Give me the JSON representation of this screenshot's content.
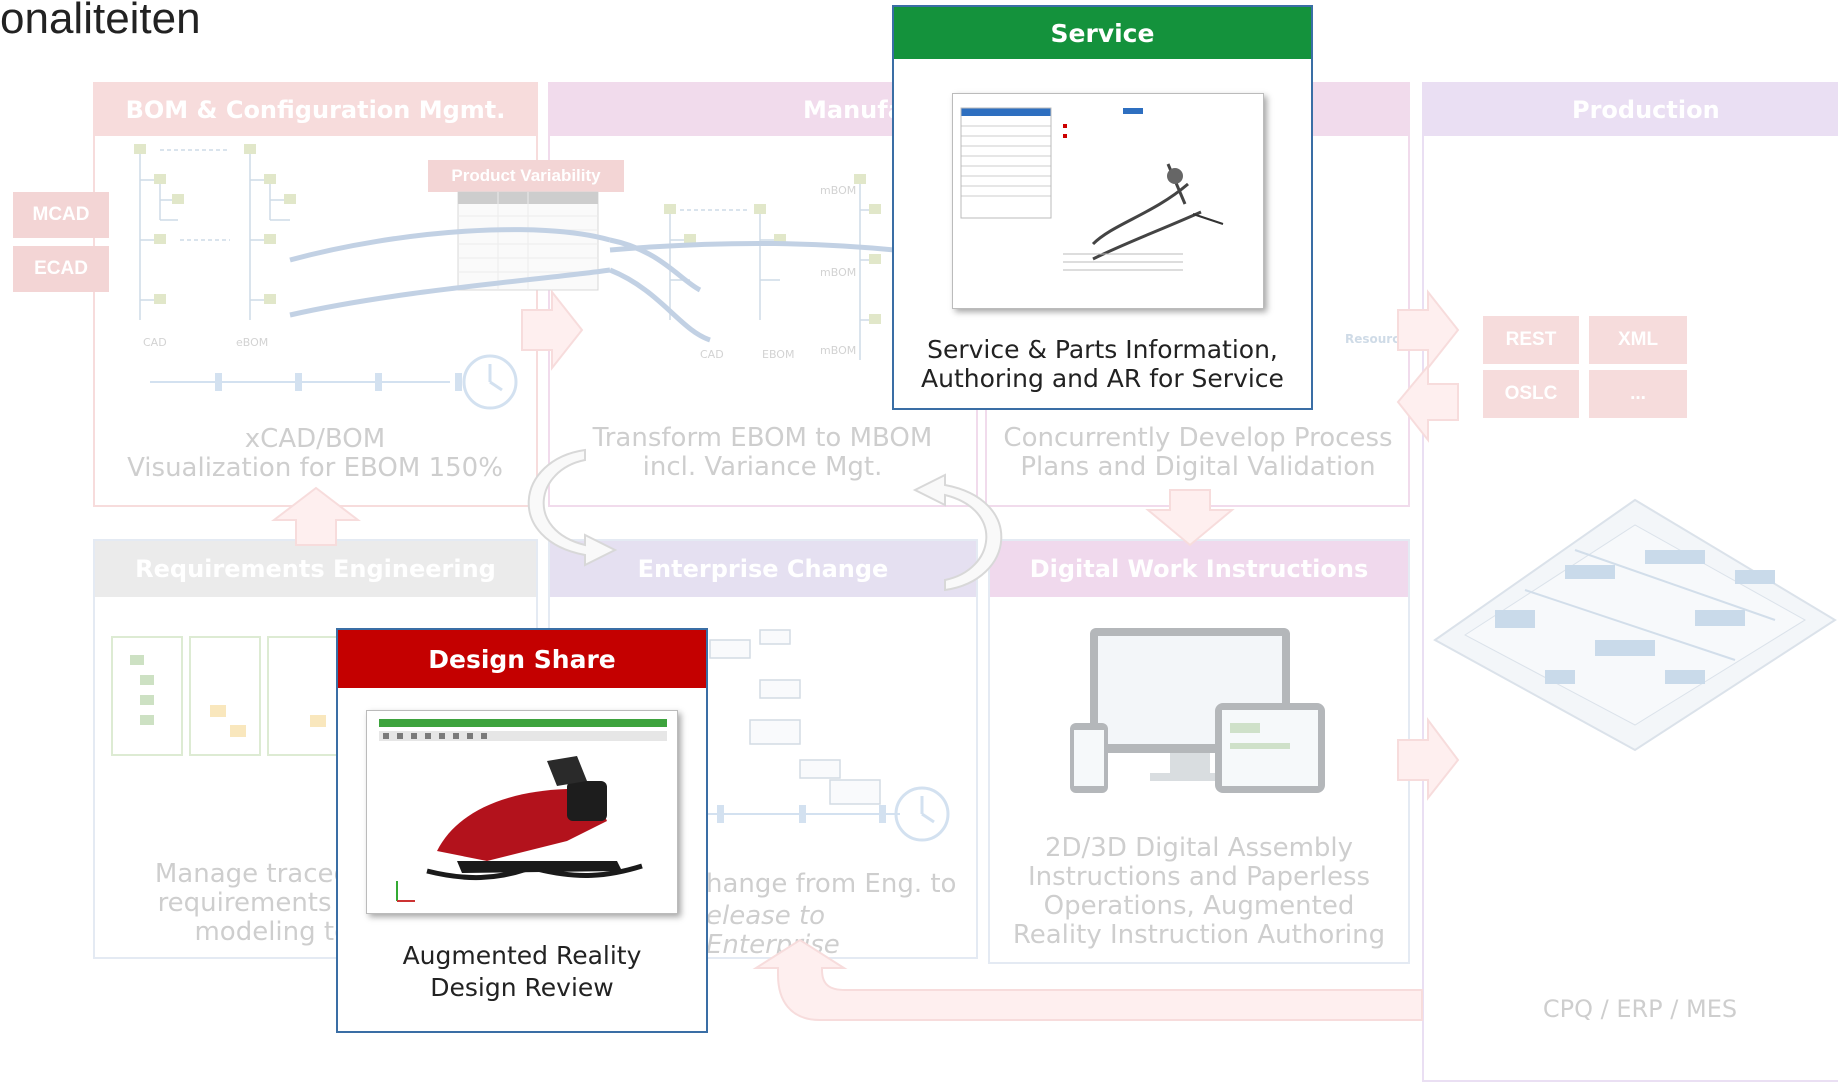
{
  "page_title_fragment": "onaliteiten",
  "bom": {
    "title": "BOM & Configuration Mgmt.",
    "label_cad": "CAD",
    "label_ebom": "eBOM",
    "caption": "xCAD/BOM\nVisualization for EBOM 150%"
  },
  "side_chips": [
    "MCAD",
    "ECAD"
  ],
  "product_variability": "Product Variability",
  "manuf": {
    "title": "Manufa",
    "label_cad": "CAD",
    "label_ebom": "EBOM",
    "label_mbom": "mBOM",
    "caption": "Transform EBOM to MBOM\nincl. Variance Mgt."
  },
  "process": {
    "caption": "Concurrently Develop Process\nPlans and Digital Validation",
    "resources": "Resources"
  },
  "production": {
    "title": "Production",
    "chips": [
      "REST",
      "XML",
      "OSLC",
      "..."
    ],
    "footer": "CPQ / ERP / MES"
  },
  "requirements": {
    "title": "Requirements Engineering",
    "caption": "Manage traced\nrequirements t\nmodeling to"
  },
  "enterprise_change": {
    "title": "Enterprise Change",
    "caption_line1": "hange from Eng. to",
    "caption_line2": "elease to Enterprise"
  },
  "dwi": {
    "title": "Digital Work Instructions",
    "caption": "2D/3D Digital Assembly\nInstructions and Paperless\nOperations, Augmented\nReality Instruction Authoring"
  },
  "service": {
    "title": "Service",
    "caption": "Service & Parts Information,\nAuthoring and AR for Service"
  },
  "design_share": {
    "title": "Design Share",
    "caption": "Augmented Reality\nDesign Review"
  },
  "colors": {
    "bom": "#e9a3a3",
    "manuf": "#d9a0cc",
    "production": "#c7a9df",
    "requirements": "#c9c9c9",
    "enterprise": "#b9addb",
    "dwi": "#d69bd0",
    "service": "#14923c",
    "design_share": "#c40000",
    "arrow": "#f4b3b3",
    "chip": "#e8a1a1"
  }
}
